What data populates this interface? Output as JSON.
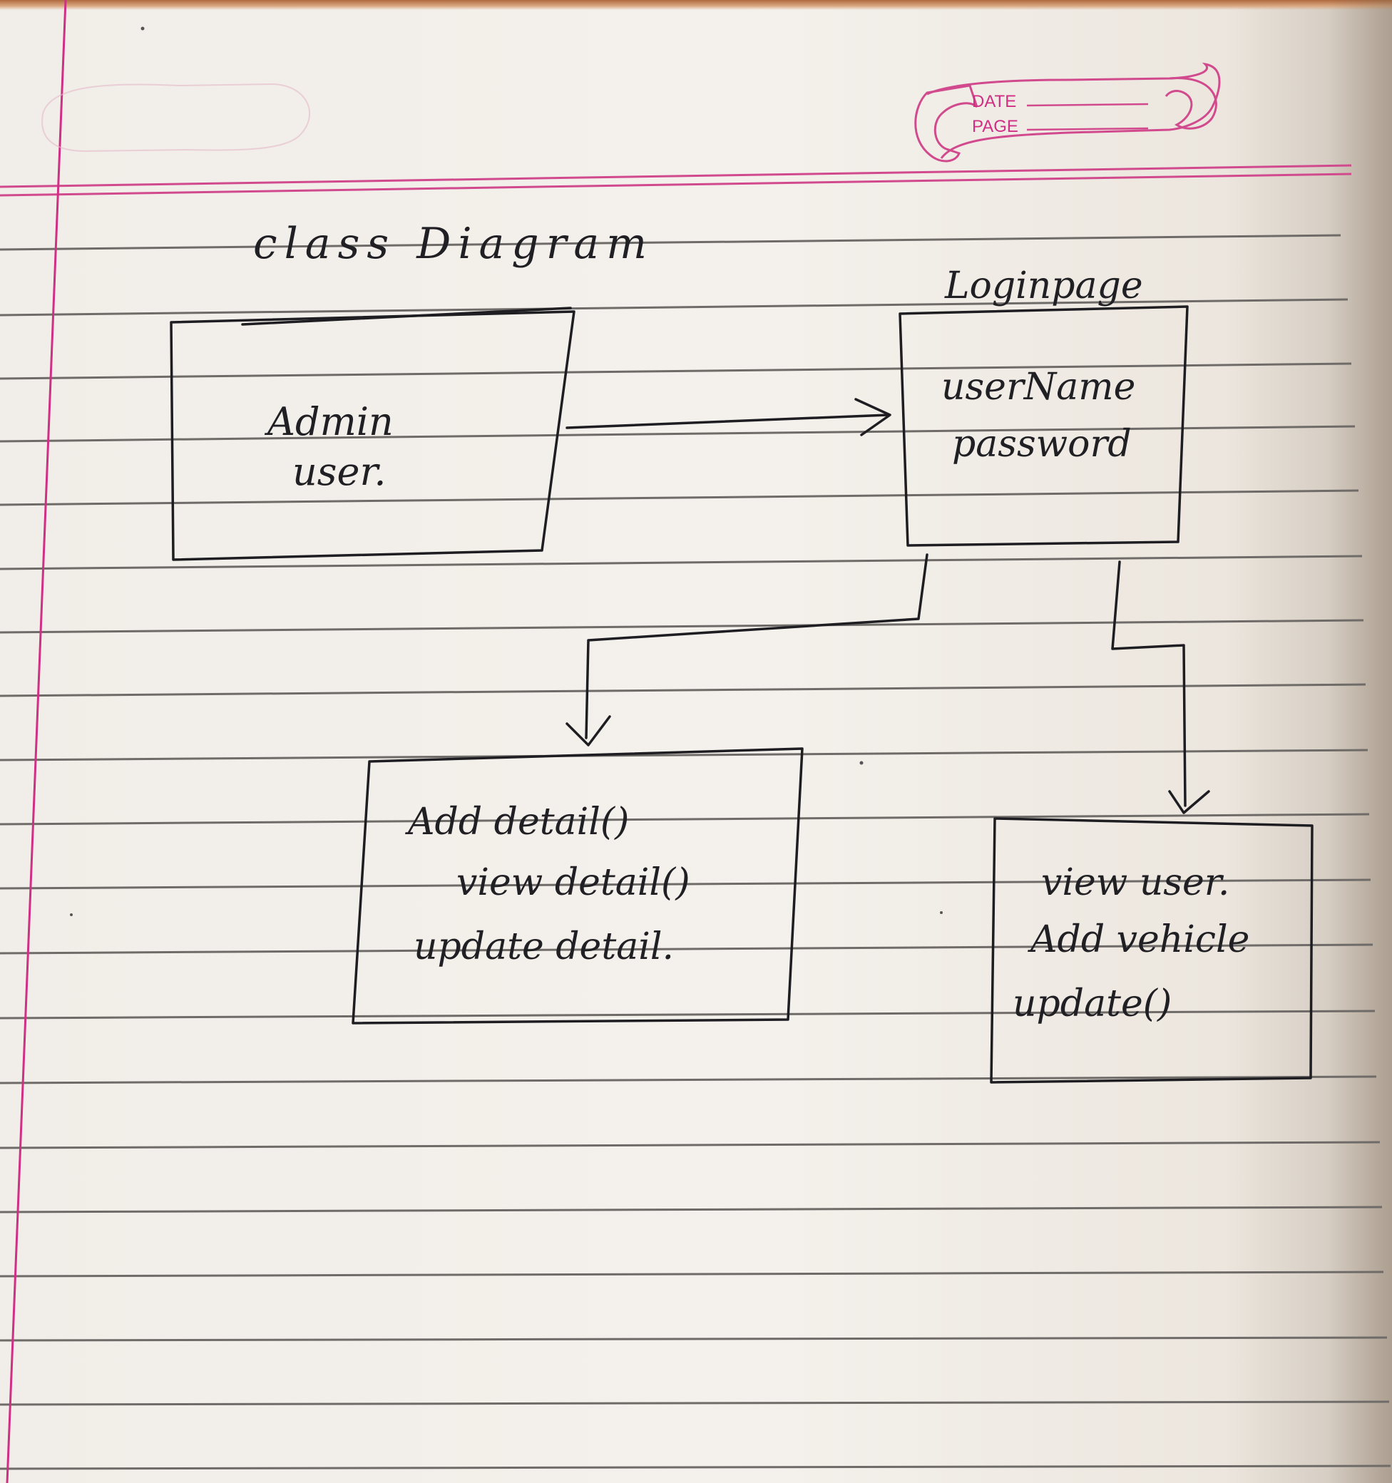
{
  "stamp": {
    "date_label": "DATE",
    "page_label": "PAGE"
  },
  "diagram": {
    "title": "class Diagram",
    "classes": [
      {
        "id": "admin",
        "lines": [
          "Admin",
          "user."
        ]
      },
      {
        "id": "login",
        "name": "Loginpage",
        "lines": [
          "userName",
          "password"
        ]
      },
      {
        "id": "details",
        "lines": [
          "Add detail()",
          "view detail()",
          "update detail."
        ]
      },
      {
        "id": "vehicle",
        "lines": [
          "view user.",
          "Add vehicle",
          "update()"
        ]
      }
    ]
  },
  "colors": {
    "ink": "#1e1e22",
    "margin_line": "#cf2f84",
    "rule_line": "#6e6b68",
    "paper": "#f1ede8"
  }
}
